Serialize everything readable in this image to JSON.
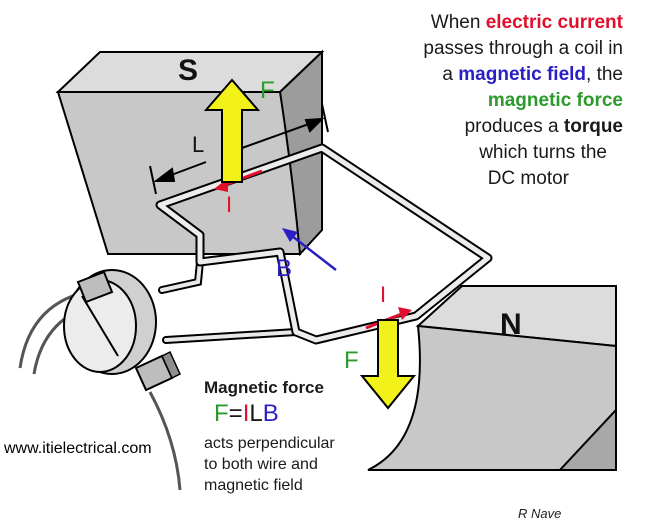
{
  "description": {
    "line1_prefix": "When ",
    "line1_em": "electric current",
    "line2": "passes through a  coil in",
    "line3_prefix": "a ",
    "line3_em": "magnetic field",
    "line3_suffix": ", the",
    "line4_em": "magnetic force",
    "line5_prefix": "produces a ",
    "line5_em": "torque",
    "line6": "which turns the",
    "line7": "DC motor"
  },
  "labels": {
    "pole_s": "S",
    "pole_n": "N",
    "force_top": "F",
    "force_bottom": "F",
    "length": "L",
    "current_top": "I",
    "current_bottom": "I",
    "field": "B"
  },
  "formula": {
    "heading": "Magnetic force",
    "f": "F",
    "eq": "=",
    "i": "I",
    "l": "L",
    "b": "B",
    "line1": "acts perpendicular",
    "line2": "to both wire and",
    "line3": "magnetic field"
  },
  "watermark": "www.itielectrical.com",
  "credit": "R Nave",
  "colors": {
    "current": "#e0102c",
    "field": "#2a1fc2",
    "force": "#2c9a2c",
    "arrow_fill": "#f2f21a",
    "magnet": "#c8c8c8"
  }
}
